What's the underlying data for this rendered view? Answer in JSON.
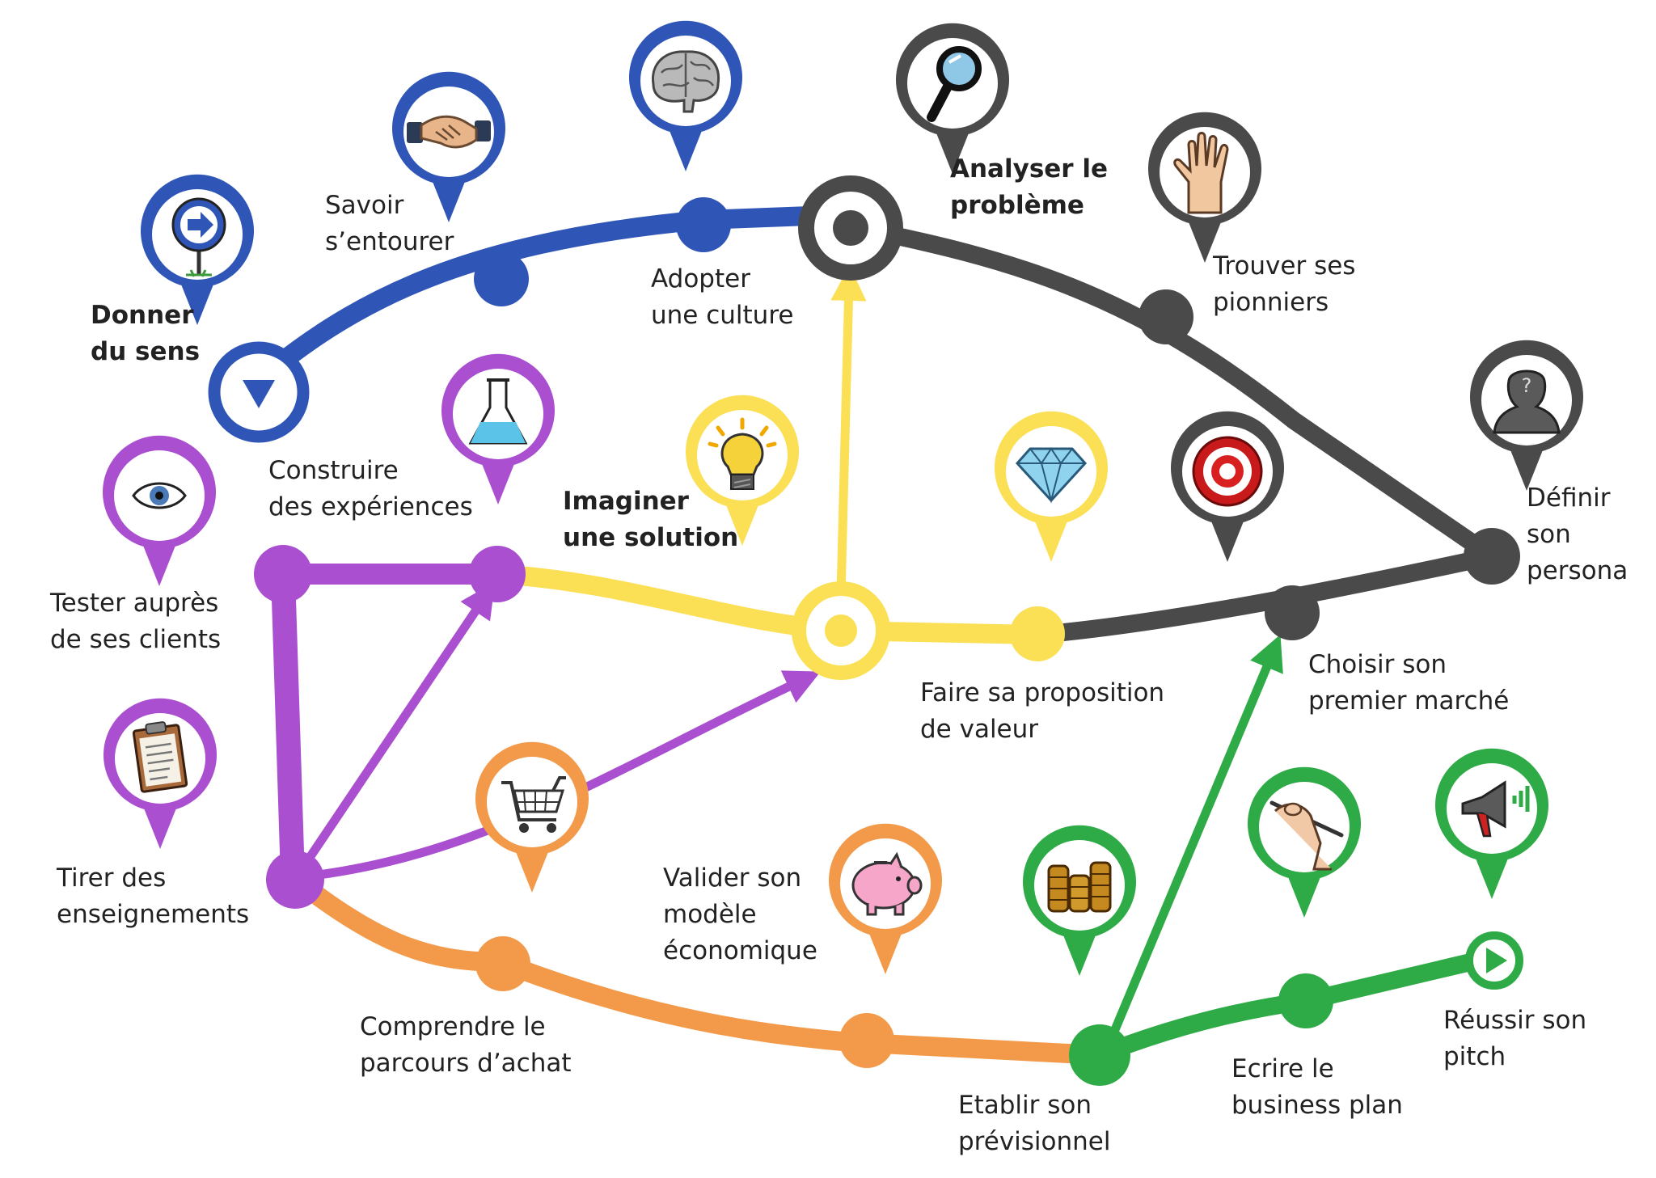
{
  "colors": {
    "blue": "#2f56b7",
    "gray": "#4a4a4a",
    "yellow": "#fbdf55",
    "purple": "#a94fd0",
    "orange": "#f29a4a",
    "green": "#2eab46"
  },
  "stages": [
    {
      "id": "donner",
      "color": "blue",
      "icon": "direction-sign-icon",
      "lines": [
        "Donner",
        "du sens"
      ],
      "bold": true
    },
    {
      "id": "entourer",
      "color": "blue",
      "icon": "handshake-icon",
      "lines": [
        "Savoir",
        "s’entourer"
      ],
      "bold": false
    },
    {
      "id": "culture",
      "color": "blue",
      "icon": "brain-icon",
      "lines": [
        "Adopter",
        "une culture"
      ],
      "bold": false
    },
    {
      "id": "analyser",
      "color": "gray",
      "icon": "magnifier-icon",
      "lines": [
        "Analyser le",
        "problème"
      ],
      "bold": true
    },
    {
      "id": "pionniers",
      "color": "gray",
      "icon": "raised-hand-icon",
      "lines": [
        "Trouver ses",
        "pionniers"
      ],
      "bold": false
    },
    {
      "id": "persona",
      "color": "gray",
      "icon": "person-silhouette-icon",
      "lines": [
        "Définir",
        "son",
        "persona"
      ],
      "bold": false
    },
    {
      "id": "marche",
      "color": "gray",
      "icon": "target-icon",
      "lines": [
        "Choisir son",
        "premier marché"
      ],
      "bold": false
    },
    {
      "id": "proposition",
      "color": "yellow",
      "icon": "diamond-icon",
      "lines": [
        "Faire sa proposition",
        "de valeur"
      ],
      "bold": false
    },
    {
      "id": "imaginer",
      "color": "yellow",
      "icon": "lightbulb-icon",
      "lines": [
        "Imaginer",
        "une solution"
      ],
      "bold": true
    },
    {
      "id": "experiences",
      "color": "purple",
      "icon": "flask-icon",
      "lines": [
        "Construire",
        "des expériences"
      ],
      "bold": false
    },
    {
      "id": "tester",
      "color": "purple",
      "icon": "eye-icon",
      "lines": [
        "Tester auprès",
        "de ses clients"
      ],
      "bold": false
    },
    {
      "id": "enseignements",
      "color": "purple",
      "icon": "clipboard-icon",
      "lines": [
        "Tirer des",
        "enseignements"
      ],
      "bold": false
    },
    {
      "id": "parcours",
      "color": "orange",
      "icon": "shopping-cart-icon",
      "lines": [
        "Comprendre le",
        "parcours d’achat"
      ],
      "bold": false
    },
    {
      "id": "modele",
      "color": "orange",
      "icon": "piggy-bank-icon",
      "lines": [
        "Valider son",
        "modèle",
        "économique"
      ],
      "bold": false
    },
    {
      "id": "previsionnel",
      "color": "green",
      "icon": "coins-icon",
      "lines": [
        "Etablir son",
        "prévisionnel"
      ],
      "bold": false
    },
    {
      "id": "businessplan",
      "color": "green",
      "icon": "writing-hand-icon",
      "lines": [
        "Ecrire le",
        "business plan"
      ],
      "bold": false
    },
    {
      "id": "pitch",
      "color": "green",
      "icon": "megaphone-icon",
      "lines": [
        "Réussir son",
        "pitch"
      ],
      "bold": false
    }
  ]
}
